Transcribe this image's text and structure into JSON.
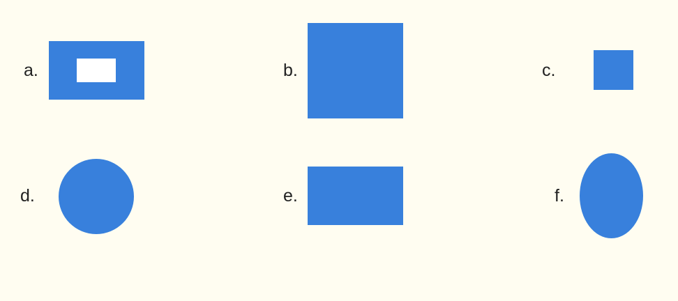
{
  "colors": {
    "background": "#fffdf1",
    "shape_fill": "#3880dc",
    "hole_fill": "#ffffff",
    "label_text": "#222222"
  },
  "options": [
    {
      "label": "a.",
      "shape": "rectangle-with-rectangular-hole"
    },
    {
      "label": "b.",
      "shape": "large-square"
    },
    {
      "label": "c.",
      "shape": "small-square"
    },
    {
      "label": "d.",
      "shape": "circle"
    },
    {
      "label": "e.",
      "shape": "rectangle"
    },
    {
      "label": "f.",
      "shape": "ellipse"
    }
  ]
}
